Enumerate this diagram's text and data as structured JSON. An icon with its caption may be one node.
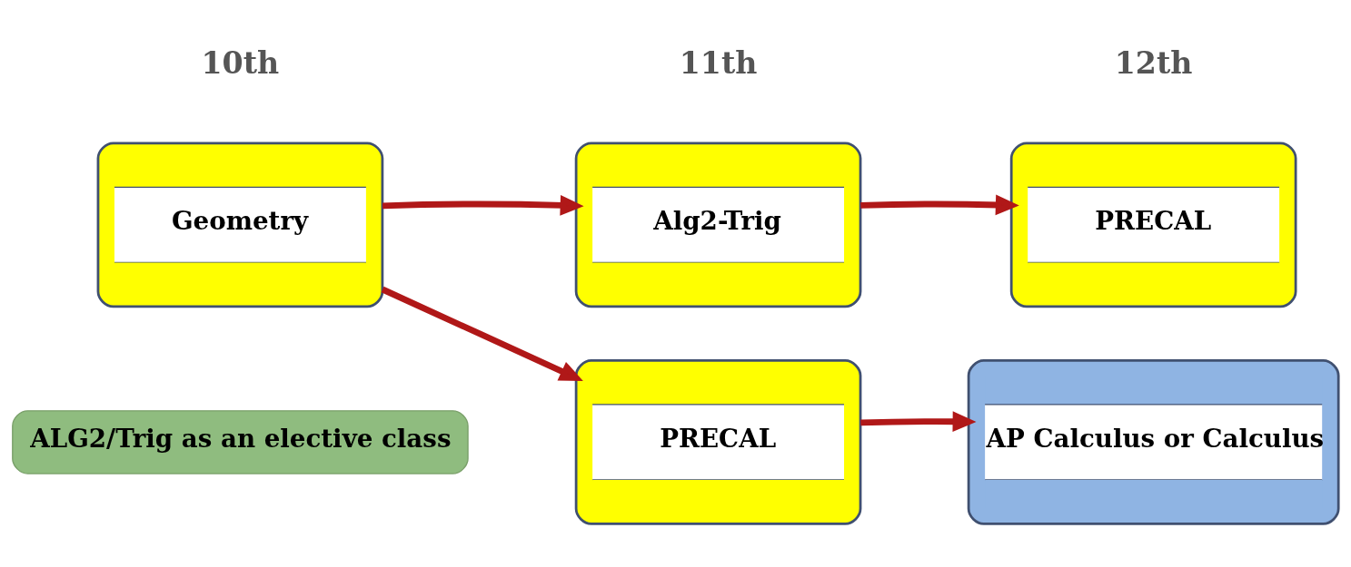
{
  "diagram": {
    "nodes": [
      {
        "text": [
          "Geometry"
        ]
      },
      {
        "text": [
          "Alg2-Trig"
        ]
      },
      {
        "text": [
          "PRECAL"
        ]
      },
      {
        "text": [
          "ALG2/Trig as an elective class"
        ]
      },
      {
        "text": [
          "PRECAL"
        ]
      },
      {
        "text": [
          "AP Calculus or Calculus"
        ]
      }
    ],
    "edges": [
      {
        "from": 0,
        "to": 1,
        "arrow": "to"
      },
      {
        "from": 1,
        "to": 2,
        "arrow": "to"
      },
      {
        "from": 0,
        "to": 4,
        "arrow": "to"
      },
      {
        "from": 4,
        "to": 5,
        "arrow": "to"
      }
    ],
    "labels": [
      "10th",
      "11th",
      "12th"
    ]
  }
}
